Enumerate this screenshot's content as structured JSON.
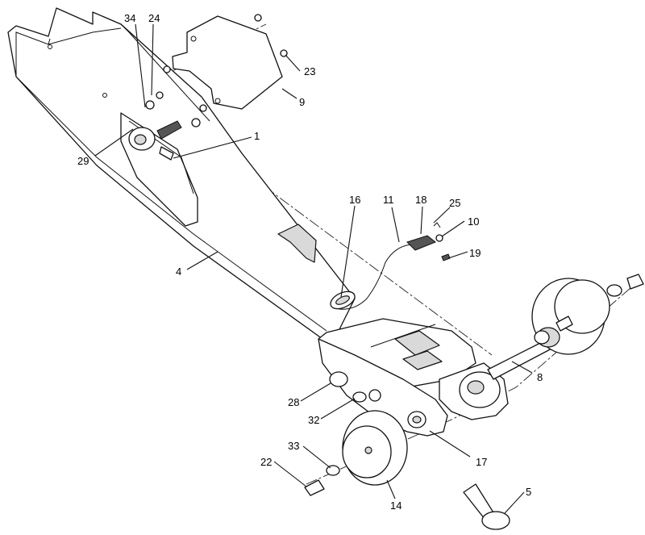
{
  "callouts": {
    "c34": "34",
    "c24": "24",
    "c23": "23",
    "c9": "9",
    "c29": "29",
    "c1": "1",
    "c4": "4",
    "c16": "16",
    "c11": "11",
    "c18": "18",
    "c25": "25",
    "c10": "10",
    "c19": "19",
    "c8": "8",
    "c28": "28",
    "c32": "32",
    "c17": "17",
    "c33": "33",
    "c22": "22",
    "c14": "14",
    "c5": "5"
  }
}
